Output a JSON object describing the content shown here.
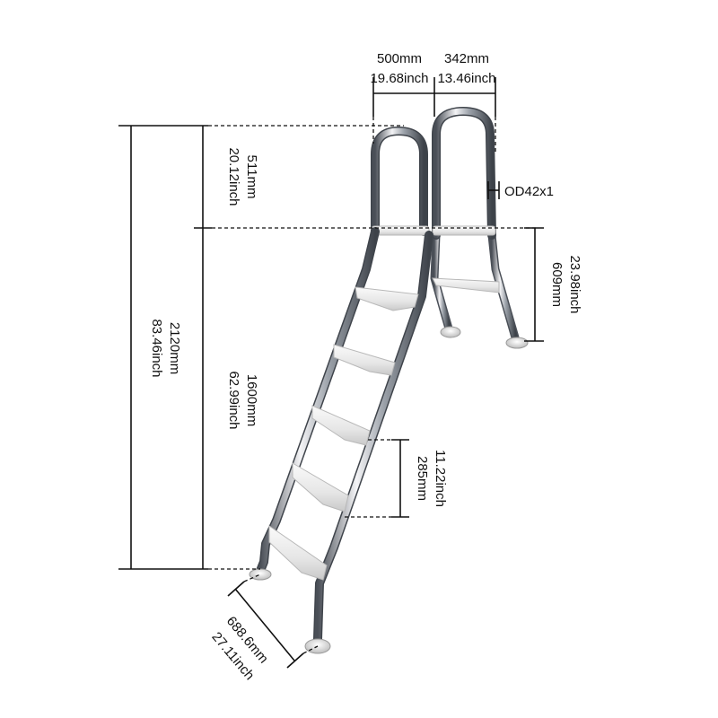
{
  "dimensions": {
    "top_left_width": {
      "mm": "500mm",
      "inch": "19.68inch"
    },
    "top_right_width": {
      "mm": "342mm",
      "inch": "13.46inch"
    },
    "handrail_height": {
      "mm": "511mm",
      "inch": "20.12inch"
    },
    "tube": {
      "label": "OD42x1"
    },
    "rear_leg_height": {
      "mm": "609mm",
      "inch": "23.98inch"
    },
    "total_height": {
      "mm": "2120mm",
      "inch": "83.46inch"
    },
    "ladder_height": {
      "mm": "1600mm",
      "inch": "62.99inch"
    },
    "step_spacing": {
      "mm": "285mm",
      "inch": "11.22inch"
    },
    "base_depth": {
      "mm": "688.6mm",
      "inch": "27.11inch"
    }
  },
  "colors": {
    "steel_light": "#f4f4f6",
    "steel_mid": "#9aa0a8",
    "steel_dark": "#4a4f57",
    "step_fill": "#eeeeee",
    "step_edge": "#b8b8b8",
    "dimension_line": "#111111"
  }
}
